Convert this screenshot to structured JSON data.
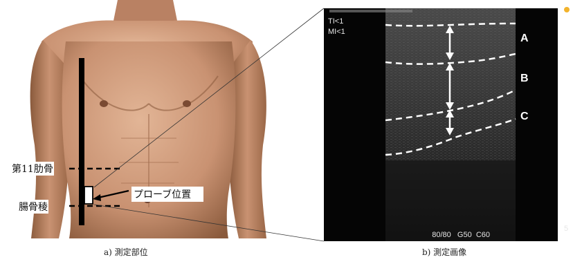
{
  "left_panel": {
    "landmarks": {
      "rib": "第11肋骨",
      "iliac": "腸骨稜"
    },
    "probe_label": "プローブ位置",
    "caption": "a) 測定部位"
  },
  "right_panel": {
    "overlay_top_left": [
      "TI<1",
      "MI<1"
    ],
    "layers": [
      "A",
      "B",
      "C"
    ],
    "settings": "80/80   G50  C60",
    "depth_marker": "5",
    "caption": "b) 測定画像"
  },
  "colors": {
    "skin_light": "#d4a482",
    "skin_shadow": "#8a5a3c",
    "ultrasound_bg": "#050505",
    "ultrasound_sector": "#2b2b2b",
    "indicator_dot": "#f2b32c"
  },
  "icons": {
    "arrows": "double-headed-arrow-icon",
    "probe": "probe-rectangle-icon"
  }
}
